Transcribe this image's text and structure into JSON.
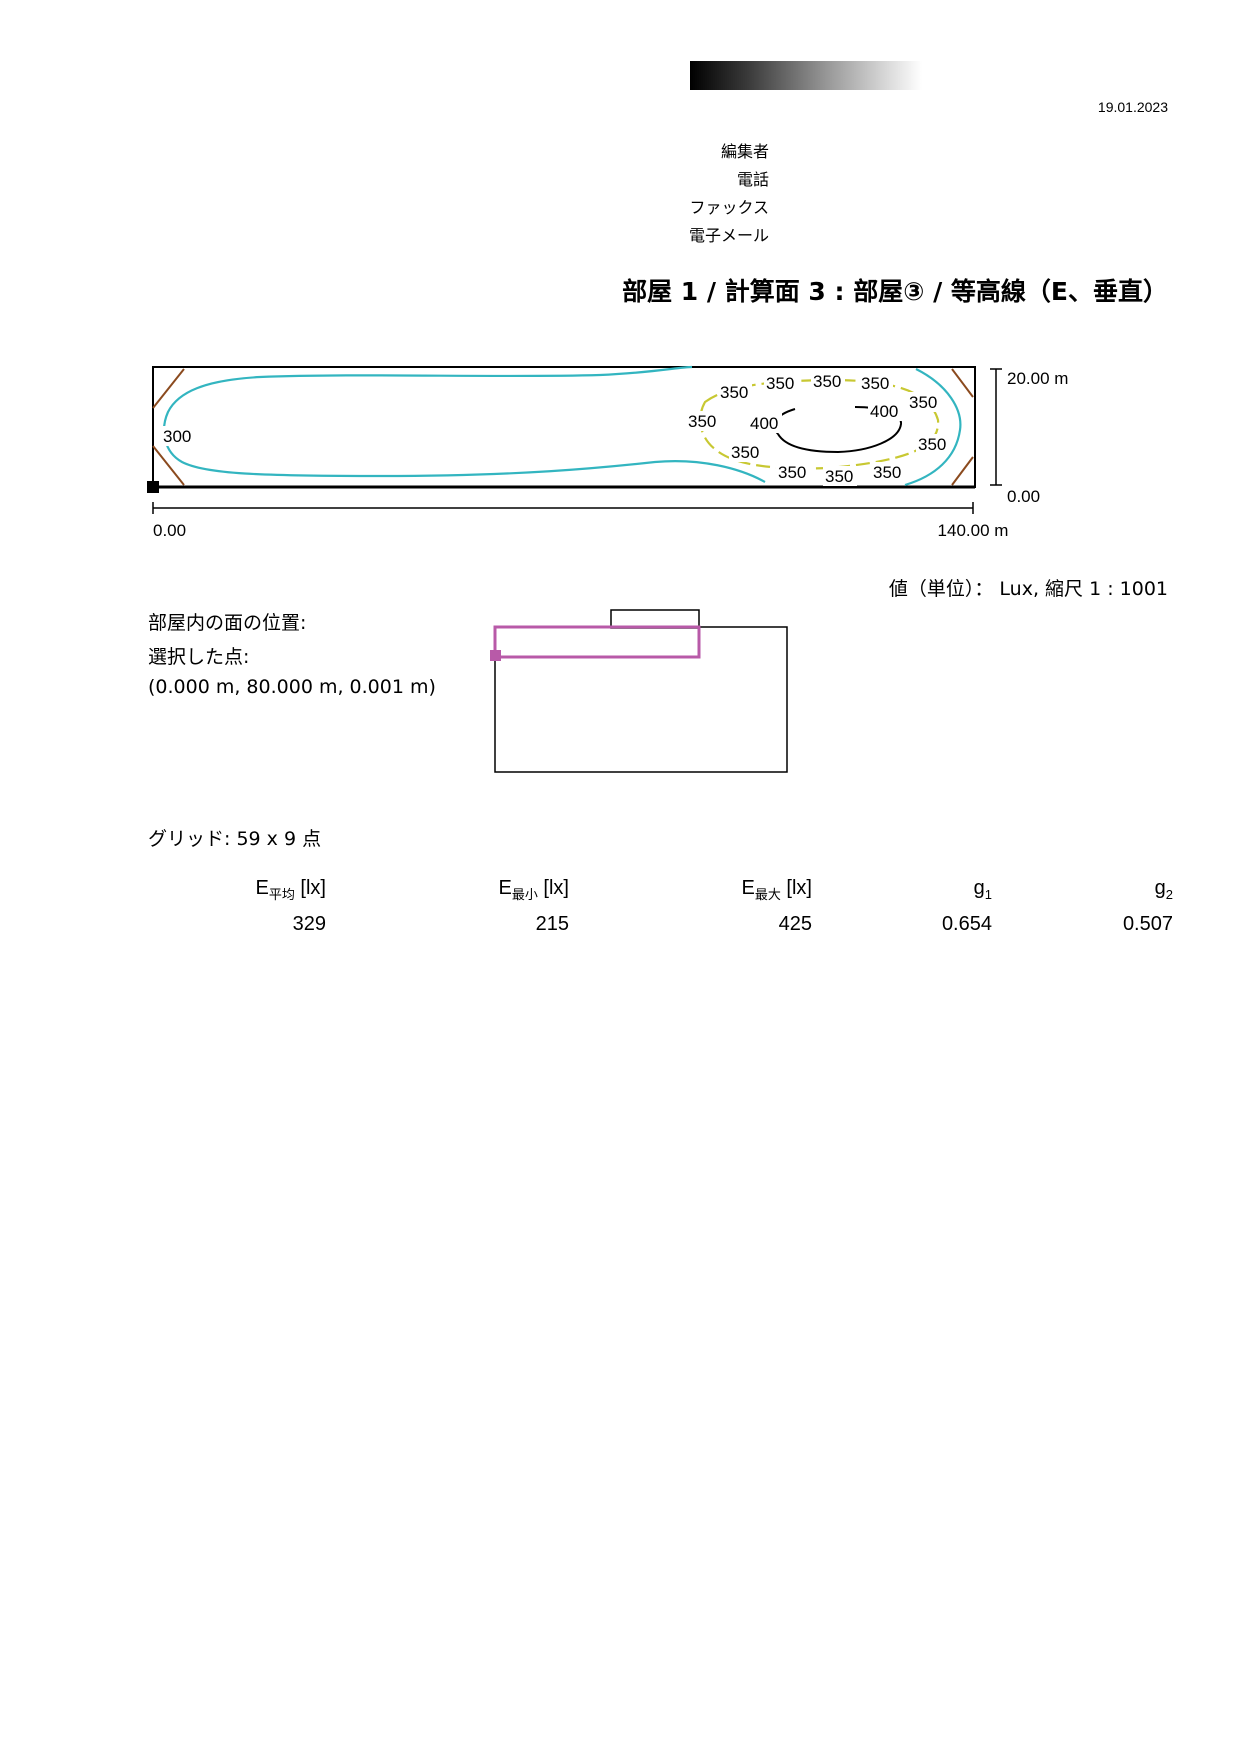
{
  "header": {
    "date": "19.01.2023",
    "contact_labels": [
      "編集者",
      "電話",
      "ファックス",
      "電子メール"
    ]
  },
  "title": "部屋 1 / 計算面 3 : 部屋③ / 等高線（E、垂直）",
  "plot": {
    "x_start_label": "0.00",
    "x_end_label": "140.00 m",
    "y_top_label": "20.00 m",
    "y_bottom_label": "0.00",
    "contour_labels": {
      "c300": "300",
      "c350": "350",
      "c400": "400"
    }
  },
  "units_scale": "値（単位）： Lux, 縮尺 1 : 1001",
  "position": {
    "label": "部屋内の面の位置:",
    "selected_label": "選択した点:",
    "coordinates": "(0.000 m, 80.000 m, 0.001 m)"
  },
  "grid": "グリッド: 59 x 9 点",
  "stats": {
    "headers": [
      {
        "main": "E",
        "sub": "平均",
        "unit": " [lx]"
      },
      {
        "main": "E",
        "sub": "最小",
        "unit": " [lx]"
      },
      {
        "main": "E",
        "sub": "最大",
        "unit": " [lx]"
      },
      {
        "main": "g",
        "sub": "1",
        "unit": ""
      },
      {
        "main": "g",
        "sub": "2",
        "unit": ""
      }
    ],
    "values": [
      "329",
      "215",
      "425",
      "0.654",
      "0.507"
    ]
  },
  "colors": {
    "contour_300": "#33b5c0",
    "contour_350": "#c8c832",
    "contour_400": "#000000",
    "corner_lines": "#8b4a1e",
    "highlight": "#b85aa8"
  }
}
